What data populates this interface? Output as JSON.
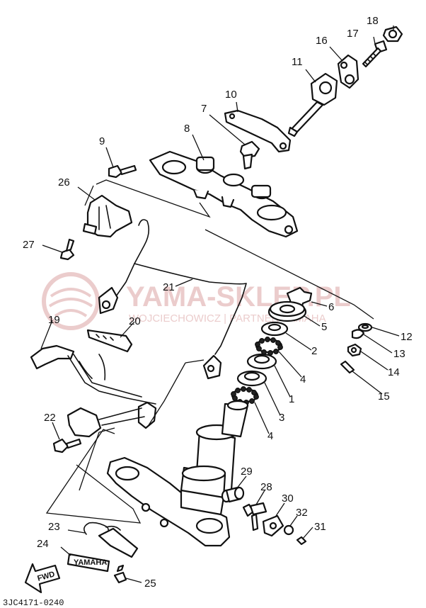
{
  "diagram": {
    "callouts": [
      {
        "id": "c1",
        "label": "1"
      },
      {
        "id": "c2",
        "label": "2"
      },
      {
        "id": "c3",
        "label": "3"
      },
      {
        "id": "c4a",
        "label": "4"
      },
      {
        "id": "c4b",
        "label": "4"
      },
      {
        "id": "c5",
        "label": "5"
      },
      {
        "id": "c6",
        "label": "6"
      },
      {
        "id": "c7",
        "label": "7"
      },
      {
        "id": "c8",
        "label": "8"
      },
      {
        "id": "c9",
        "label": "9"
      },
      {
        "id": "c10",
        "label": "10"
      },
      {
        "id": "c11",
        "label": "11"
      },
      {
        "id": "c12",
        "label": "12"
      },
      {
        "id": "c13",
        "label": "13"
      },
      {
        "id": "c14",
        "label": "14"
      },
      {
        "id": "c15",
        "label": "15"
      },
      {
        "id": "c16",
        "label": "16"
      },
      {
        "id": "c17",
        "label": "17"
      },
      {
        "id": "c18",
        "label": "18"
      },
      {
        "id": "c19",
        "label": "19"
      },
      {
        "id": "c20",
        "label": "20"
      },
      {
        "id": "c21",
        "label": "21"
      },
      {
        "id": "c22",
        "label": "22"
      },
      {
        "id": "c23",
        "label": "23"
      },
      {
        "id": "c24",
        "label": "24"
      },
      {
        "id": "c25",
        "label": "25"
      },
      {
        "id": "c26",
        "label": "26"
      },
      {
        "id": "c27",
        "label": "27"
      },
      {
        "id": "c28",
        "label": "28"
      },
      {
        "id": "c29",
        "label": "29"
      },
      {
        "id": "c30",
        "label": "30"
      },
      {
        "id": "c31",
        "label": "31"
      },
      {
        "id": "c32",
        "label": "32"
      }
    ],
    "diagram_code": "3JC4171-0240",
    "fwd_label": "FWD",
    "plate_label": "YAMAHA"
  },
  "watermark": {
    "title": "YAMA-SKLEP.PL",
    "subtitle": "WOJCIECHOWICZ | PARTNER YAMAHA",
    "color": "#e8c4c4"
  }
}
